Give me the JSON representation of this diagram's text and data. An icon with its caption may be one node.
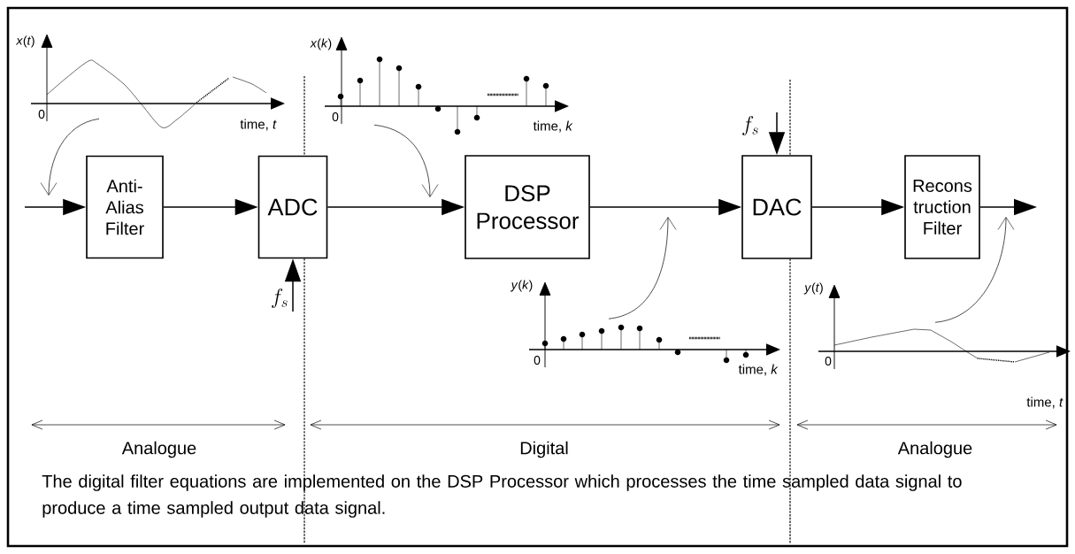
{
  "diagram": {
    "caption": "The digital filter equations are implemented on the DSP Processor which processes the time sampled data signal to produce a time sampled output data signal.",
    "nodes": [
      {
        "text": [
          "Anti- Alias Filter"
        ]
      },
      {
        "text": [
          "ADC"
        ]
      },
      {
        "text": [
          "DSP Processor"
        ]
      },
      {
        "text": [
          "DAC"
        ]
      },
      {
        "text": [
          "Recons truction Filter"
        ]
      },
      {
        "text": [],
        "shape": "picture"
      },
      {
        "text": [],
        "shape": "picture"
      },
      {
        "text": [],
        "shape": "picture"
      },
      {
        "text": [],
        "shape": "picture"
      },
      {
        "text": [
          "f_s"
        ]
      },
      {
        "text": [
          "f_s"
        ]
      }
    ],
    "edges": [
      {
        "from": null,
        "to": 0,
        "arrow": "to"
      },
      {
        "from": 0,
        "to": 1,
        "arrow": "to"
      },
      {
        "from": 1,
        "to": 2,
        "arrow": "to"
      },
      {
        "from": 2,
        "to": 3,
        "arrow": "to"
      },
      {
        "from": 3,
        "to": 4,
        "arrow": "to"
      },
      {
        "from": 4,
        "to": null,
        "arrow": "to"
      },
      {
        "from": 10,
        "to": 1,
        "arrow": "to"
      },
      {
        "from": 9,
        "to": 3,
        "arrow": "to"
      },
      {
        "from": 5,
        "to": null,
        "arrow": "to"
      },
      {
        "from": 6,
        "to": null,
        "arrow": "to"
      },
      {
        "from": 7,
        "to": null,
        "arrow": "to"
      },
      {
        "from": 8,
        "to": null,
        "arrow": "to"
      }
    ],
    "labels": [
      "*x*(*t*)",
      "0",
      "time, *t*",
      "*x*(*k*)",
      "0",
      "time, *k*",
      "*y*(*k*)",
      "0",
      "*y*(*t*)",
      "0",
      "time, *k*",
      "time, *t*",
      "Analogue",
      "Digital",
      "Analogue"
    ]
  }
}
